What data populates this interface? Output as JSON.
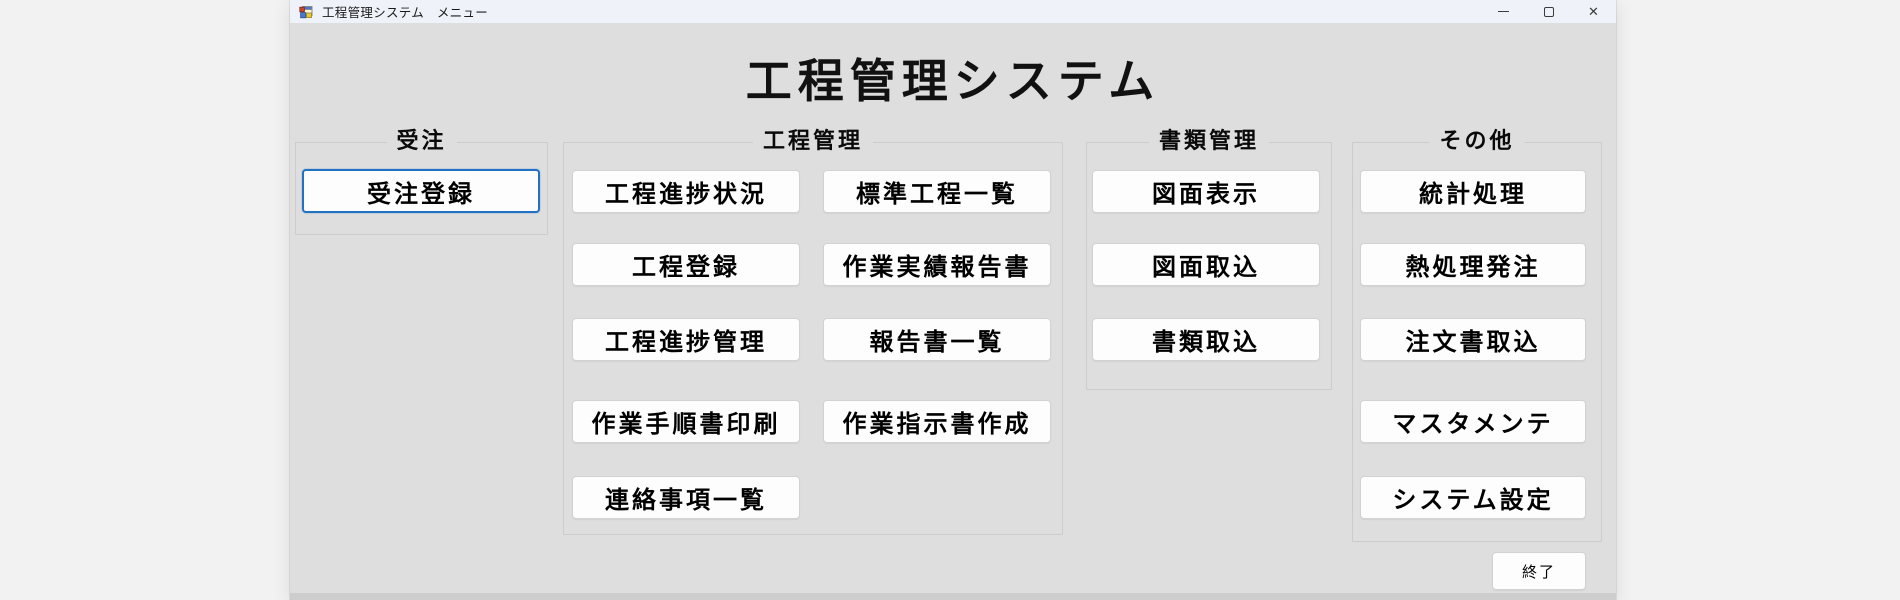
{
  "window": {
    "title": "工程管理システム　メニュー",
    "controls": {
      "minimize_icon": "minimize",
      "maximize_icon": "maximize",
      "close_icon": "close",
      "close_glyph": "✕"
    }
  },
  "page_title": "工程管理システム",
  "groups": {
    "juchu": {
      "label": "受注",
      "buttons": [
        "受注登録"
      ],
      "focused_button": "受注登録"
    },
    "kotei": {
      "label": "工程管理",
      "colA": [
        "工程進捗状況",
        "工程登録",
        "工程進捗管理",
        "作業手順書印刷",
        "連絡事項一覧"
      ],
      "colB": [
        "標準工程一覧",
        "作業実績報告書",
        "報告書一覧",
        "作業指示書作成"
      ]
    },
    "shorui": {
      "label": "書類管理",
      "buttons": [
        "図面表示",
        "図面取込",
        "書類取込"
      ]
    },
    "sonota": {
      "label": "その他",
      "buttons": [
        "統計処理",
        "熱処理発注",
        "注文書取込",
        "マスタメンテ",
        "システム設定"
      ]
    }
  },
  "exit_label": "終了",
  "colors": {
    "accent_focus_border": "#2272c3",
    "client_background": "#dedede",
    "titlebar_background": "#eff3f9",
    "button_face": "#fdfdfd",
    "button_border": "#d2d2d2",
    "group_border": "#cccccc",
    "outside_background": "#f2f2f3"
  }
}
